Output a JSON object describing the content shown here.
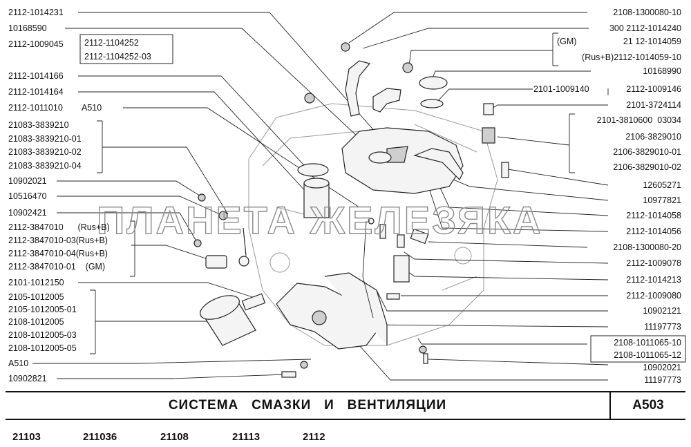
{
  "left_labels": [
    {
      "id": "l1",
      "text": "2112-1014231"
    },
    {
      "id": "l2",
      "text": "10168590"
    },
    {
      "id": "l3",
      "text": "2112-1009045"
    },
    {
      "id": "l3a",
      "text": "2112-1104252"
    },
    {
      "id": "l3b",
      "text": "2112-1104252-03"
    },
    {
      "id": "l4",
      "text": "2112-1014166"
    },
    {
      "id": "l5",
      "text": "2112-1014164"
    },
    {
      "id": "l6",
      "text": "2112-1011010"
    },
    {
      "id": "l6a",
      "text": "A510"
    },
    {
      "id": "l7",
      "text": "21083-3839210"
    },
    {
      "id": "l8",
      "text": "21083-3839210-01"
    },
    {
      "id": "l9",
      "text": "21083-3839210-02"
    },
    {
      "id": "l10",
      "text": "21083-3839210-04"
    },
    {
      "id": "l11",
      "text": "10902021"
    },
    {
      "id": "l12",
      "text": "10516470"
    },
    {
      "id": "l13",
      "text": "10902421"
    },
    {
      "id": "l14",
      "text": "2112-3847010      (Rus+B)"
    },
    {
      "id": "l15",
      "text": "2112-3847010-03(Rus+B)"
    },
    {
      "id": "l16",
      "text": "2112-3847010-04(Rus+B)"
    },
    {
      "id": "l17",
      "text": "2112-3847010-01    (GM)"
    },
    {
      "id": "l18",
      "text": "2101-1012150"
    },
    {
      "id": "l19",
      "text": "2105-1012005"
    },
    {
      "id": "l20",
      "text": "2105-1012005-01"
    },
    {
      "id": "l21",
      "text": "2108-1012005"
    },
    {
      "id": "l22",
      "text": "2108-1012005-03"
    },
    {
      "id": "l23",
      "text": "2108-1012005-05"
    },
    {
      "id": "l24",
      "text": "A510"
    },
    {
      "id": "l25",
      "text": "10902821"
    }
  ],
  "right_labels": [
    {
      "id": "r1",
      "text": "2108-1300080-10"
    },
    {
      "id": "r2",
      "text": "300 2112-1014240"
    },
    {
      "id": "r3a",
      "text": "(GM)"
    },
    {
      "id": "r3",
      "text": "21 12-1014059"
    },
    {
      "id": "r4",
      "text": "(Rus+B)2112-1014059-10"
    },
    {
      "id": "r5",
      "text": "10168990"
    },
    {
      "id": "r6a",
      "text": "2101-1009140"
    },
    {
      "id": "r6",
      "text": "2112-1009146"
    },
    {
      "id": "r7",
      "text": "2101-3724114"
    },
    {
      "id": "r8",
      "text": "2101-3810600  03034"
    },
    {
      "id": "r9",
      "text": "2106-3829010"
    },
    {
      "id": "r10",
      "text": "2106-3829010-01"
    },
    {
      "id": "r11",
      "text": "2106-3829010-02"
    },
    {
      "id": "r12",
      "text": "12605271"
    },
    {
      "id": "r13",
      "text": "10977821"
    },
    {
      "id": "r14",
      "text": "2112-1014058"
    },
    {
      "id": "r15",
      "text": "2112-1014056"
    },
    {
      "id": "r16",
      "text": "2108-1300080-20"
    },
    {
      "id": "r17",
      "text": "2112-1009078"
    },
    {
      "id": "r18",
      "text": "2112-1014213"
    },
    {
      "id": "r19",
      "text": "2112-1009080"
    },
    {
      "id": "r20",
      "text": "10902121"
    },
    {
      "id": "r21",
      "text": "11197773"
    },
    {
      "id": "r22",
      "text": "2108-1011065-10"
    },
    {
      "id": "r23",
      "text": "2108-1011065-12"
    },
    {
      "id": "r24",
      "text": "10902021"
    },
    {
      "id": "r25",
      "text": "11197773"
    }
  ],
  "watermark": "ПЛАНЕТА ЖЕЛЕЗЯКА",
  "title": "СИСТЕМА   СМАЗКИ   И   ВЕНТИЛЯЦИИ",
  "page_code": "A503",
  "models": [
    "21103",
    "211036",
    "21108",
    "21113",
    "2112"
  ]
}
